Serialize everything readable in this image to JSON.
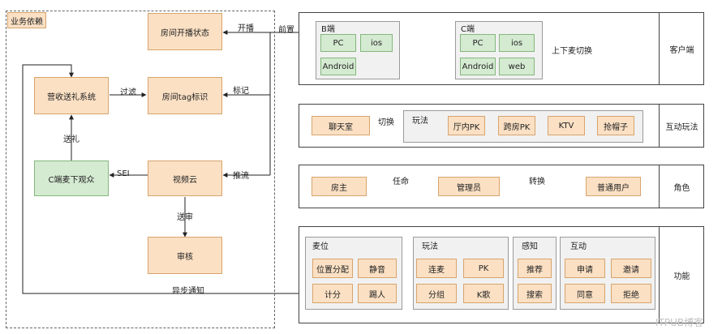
{
  "left_area": {
    "title": "业务依赖",
    "nodes": {
      "room_live_status": "房间开播状态",
      "revenue_gift_system": "营收送礼系统",
      "room_tag": "房间tag标识",
      "c_audience": "C端麦下观众",
      "video_cloud": "视频云",
      "review": "审核"
    },
    "edge_labels": {
      "start_live": "开播",
      "front": "前置",
      "filter": "过滤",
      "mark": "标记",
      "send_gift": "送礼",
      "sei": "SEI",
      "push_stream": "推流",
      "send_review": "送审",
      "async_notify": "异步通知"
    }
  },
  "client": {
    "section_label": "客户端",
    "b_side": {
      "title": "B端",
      "items": [
        "PC",
        "ios",
        "Android"
      ]
    },
    "c_side": {
      "title": "C端",
      "items": [
        "PC",
        "ios",
        "Android",
        "web"
      ]
    },
    "mic_switch": "上下麦切换"
  },
  "interaction": {
    "section_label": "互动玩法",
    "chatroom": "聊天室",
    "switch_label": "切换",
    "play_title": "玩法",
    "play_items": [
      "厅内PK",
      "跨房PK",
      "KTV",
      "抢帽子"
    ]
  },
  "roles": {
    "section_label": "角色",
    "host": "房主",
    "appoint": "任命",
    "admin": "管理员",
    "convert": "转换",
    "user": "普通用户"
  },
  "features": {
    "section_label": "功能",
    "mic_title": "麦位",
    "mic_items": [
      "位置分配",
      "静音",
      "计分",
      "踢人"
    ],
    "play_title": "玩法",
    "play_items": [
      "连麦",
      "PK",
      "分组",
      "K歌"
    ],
    "perceive_title": "感知",
    "perceive_items": [
      "推荐",
      "搜索"
    ],
    "interact_title": "互动",
    "interact_items": [
      "申请",
      "邀请",
      "同意",
      "拒绝"
    ]
  },
  "watermark": "ITPUB博客",
  "colors": {
    "orange_fill": "#fbe0c4",
    "orange_border": "#d8a46c",
    "green_fill": "#d4ead1",
    "green_border": "#84b77c",
    "grey_fill": "#f1f1f1"
  }
}
